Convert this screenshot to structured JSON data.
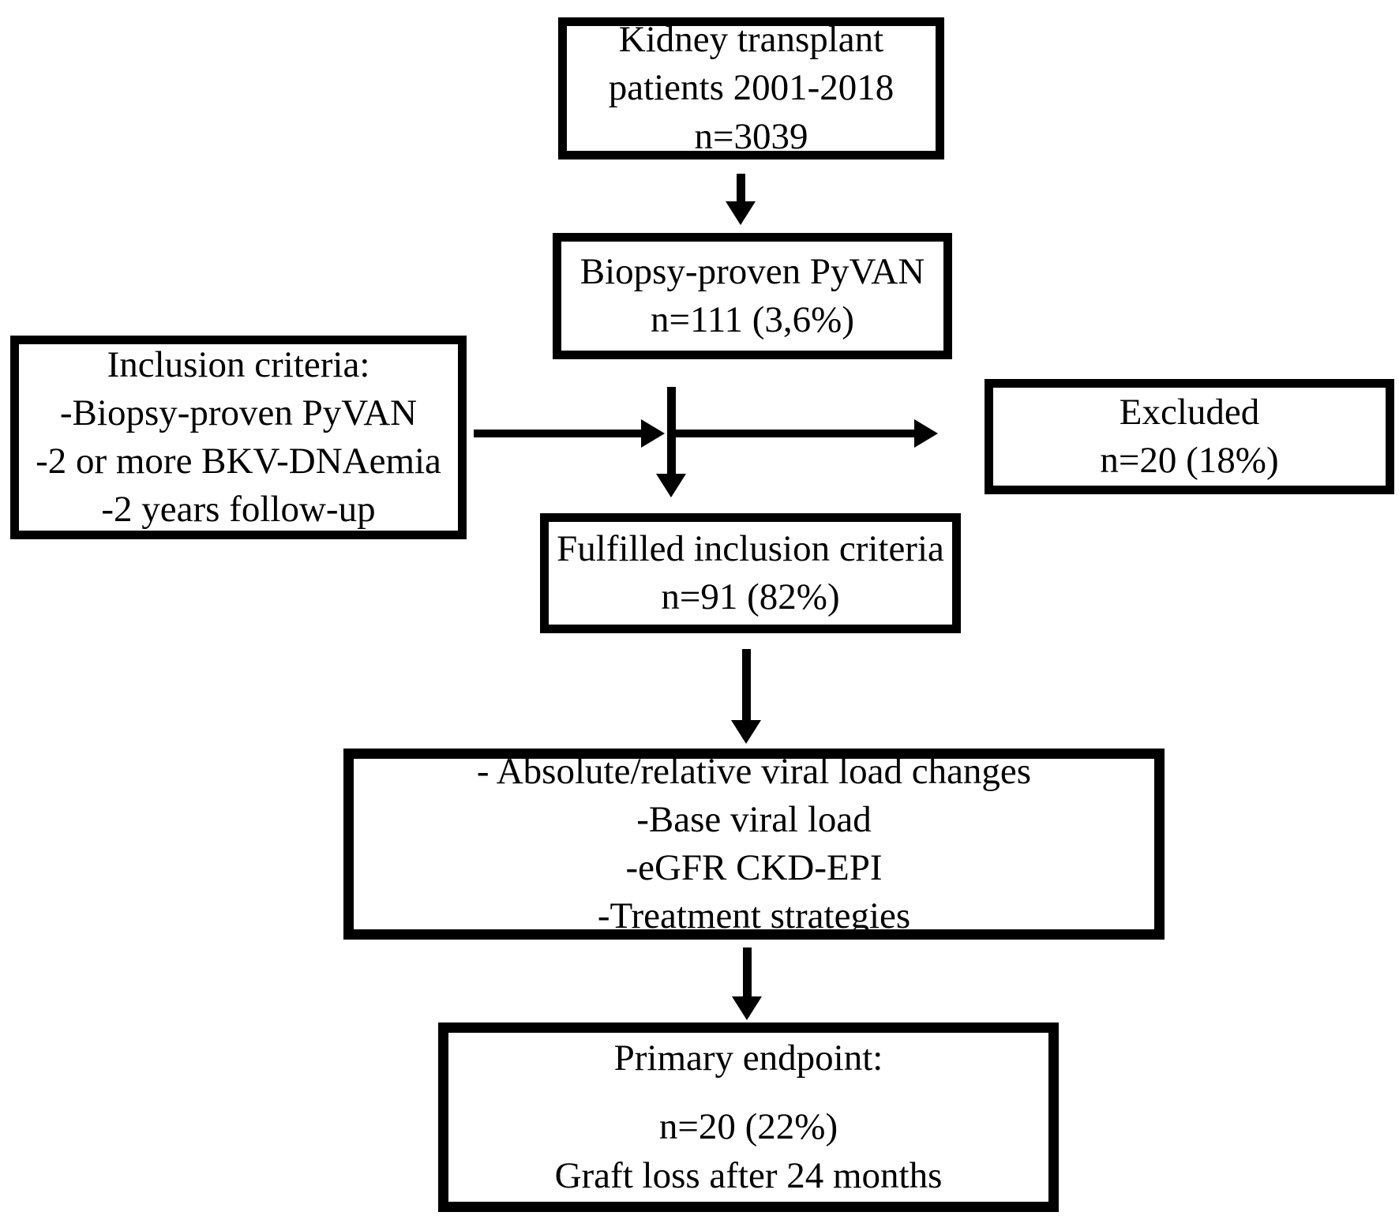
{
  "figure": {
    "type": "flowchart",
    "title": "Study patient selection flow diagram",
    "background_color": "#ffffff",
    "line_color": "#000000",
    "text_color": "#000000"
  },
  "nodes": {
    "cohort": {
      "lines": [
        "Kidney transplant",
        "patients 2001-2018",
        "n=3039"
      ]
    },
    "pyvan": {
      "lines": [
        "Biopsy-proven PyVAN",
        "n=111 (3,6%)"
      ]
    },
    "inclusion": {
      "lines": [
        "Inclusion criteria:",
        "-Biopsy-proven PyVAN",
        "-2 or more BKV-DNAemia",
        "-2 years follow-up"
      ]
    },
    "excluded": {
      "lines": [
        "Excluded",
        "n=20 (18%)"
      ]
    },
    "fulfilled": {
      "lines": [
        "Fulfilled inclusion criteria",
        "n=91 (82%)"
      ]
    },
    "analysis": {
      "lines": [
        "- Absolute/relative viral load changes",
        "-Base viral load",
        "-eGFR CKD-EPI",
        "-Treatment strategies"
      ]
    },
    "endpoint": {
      "lines": [
        "Primary endpoint:",
        "n=20 (22%)",
        "Graft loss after 24 months"
      ]
    }
  },
  "connectors": [
    {
      "name": "cohort-to-pyvan",
      "from": "cohort",
      "to": "pyvan",
      "direction": "down"
    },
    {
      "name": "pyvan-to-fulfilled",
      "from": "pyvan",
      "to": "fulfilled",
      "direction": "down"
    },
    {
      "name": "inclusion-to-junction",
      "from": "inclusion",
      "to": "junction",
      "direction": "right"
    },
    {
      "name": "junction-to-excluded",
      "from": "junction",
      "to": "excluded",
      "direction": "right"
    },
    {
      "name": "fulfilled-to-analysis",
      "from": "fulfilled",
      "to": "analysis",
      "direction": "down"
    },
    {
      "name": "analysis-to-endpoint",
      "from": "analysis",
      "to": "endpoint",
      "direction": "down"
    }
  ]
}
